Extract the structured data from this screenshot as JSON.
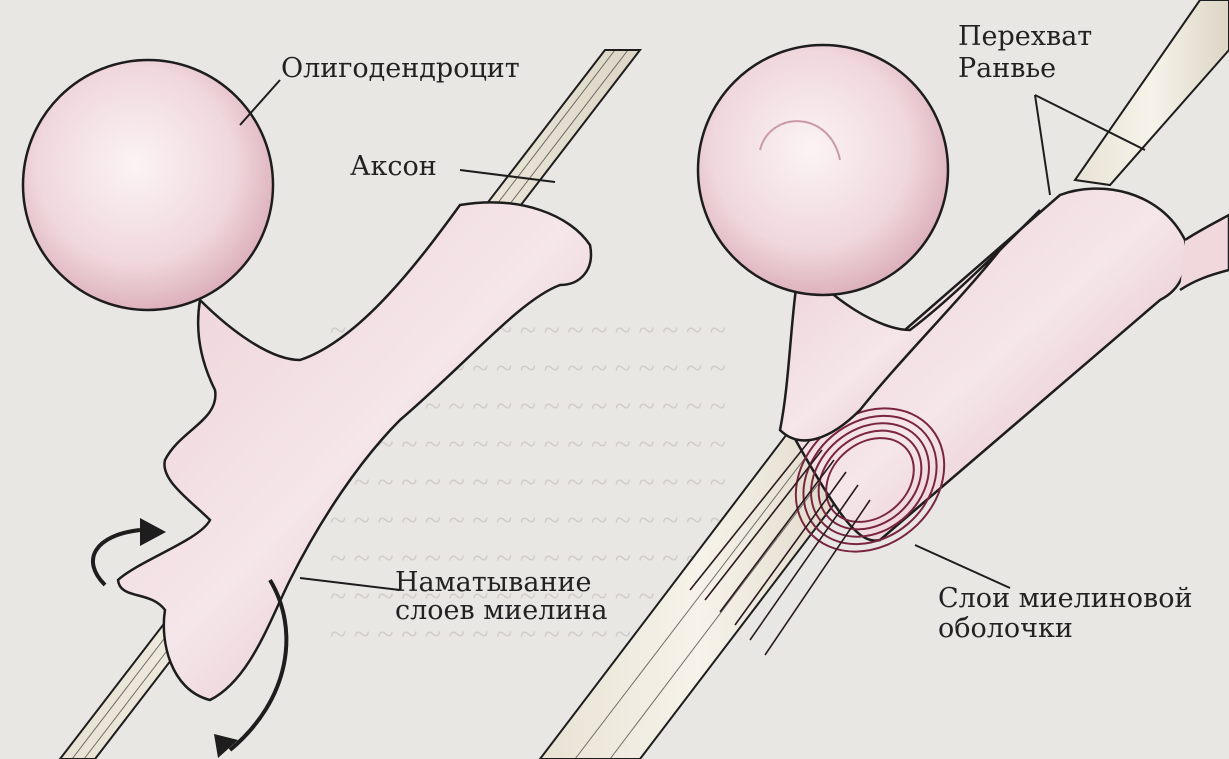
{
  "labels": {
    "oligodendrocyte": "Олигодендроцит",
    "axon": "Аксон",
    "wrapping_line1": "Наматывание",
    "wrapping_line2": "слоев миелина",
    "node_line1": "Перехват",
    "node_line2": "Ранвье",
    "layers_line1": "Слои миелиновой",
    "layers_line2": "оболочки"
  },
  "colors": {
    "cell_fill": "#f2dde1",
    "cell_shade": "#d9a9b3",
    "outline": "#1d1d1d",
    "axon_fill": "#f3efe4",
    "myelin_ring": "#7a2540",
    "background": "#e9e7e4"
  }
}
